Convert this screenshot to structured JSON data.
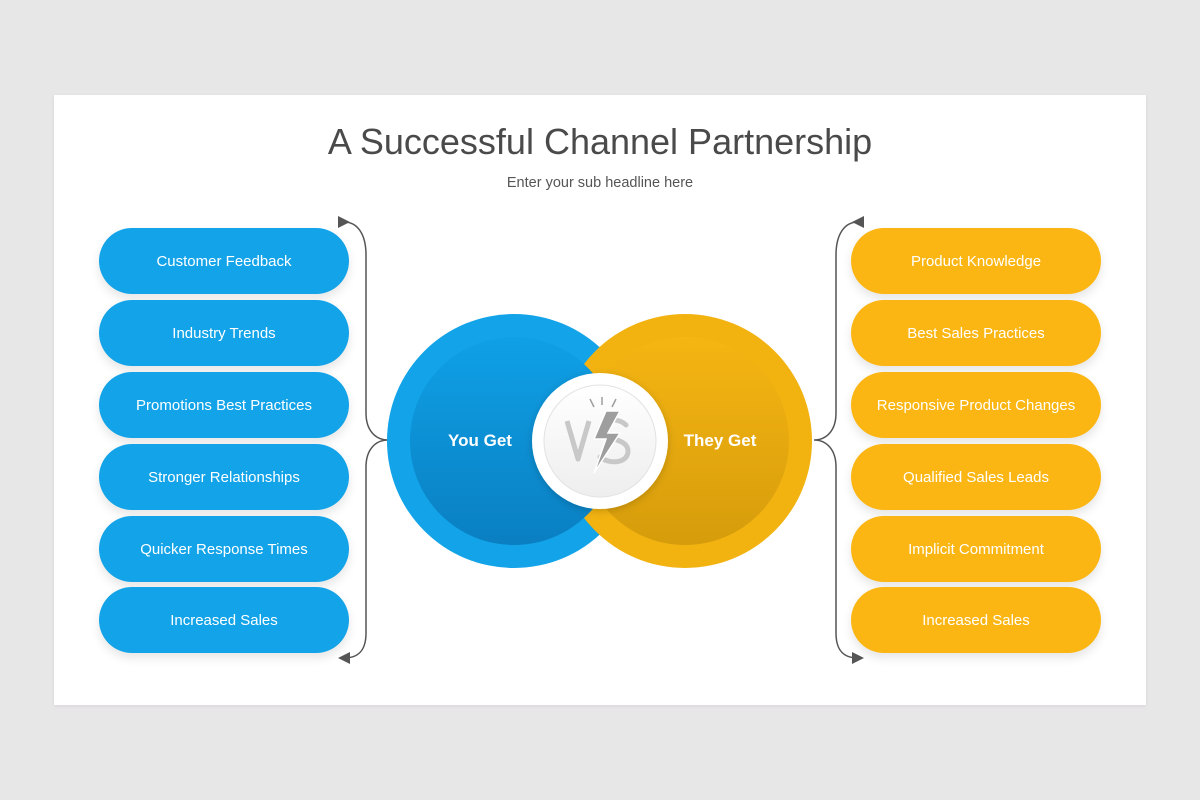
{
  "title": "A Successful Channel Partnership",
  "subtitle": "Enter your sub headline here",
  "colors": {
    "blue": "#12a3e8",
    "yellow": "#fbb614",
    "blue_dark": "#0a86cc",
    "yellow_dark": "#d99f0d"
  },
  "you_get": {
    "label": "You Get",
    "items": [
      "Customer Feedback",
      "Industry Trends",
      "Promotions Best Practices",
      "Stronger Relationships",
      "Quicker Response Times",
      "Increased Sales"
    ]
  },
  "they_get": {
    "label": "They Get",
    "items": [
      "Product Knowledge",
      "Best Sales Practices",
      "Responsive Product Changes",
      "Qualified Sales Leads",
      "Implicit Commitment",
      "Increased Sales"
    ]
  },
  "center_icon": "vs-lightning-icon"
}
